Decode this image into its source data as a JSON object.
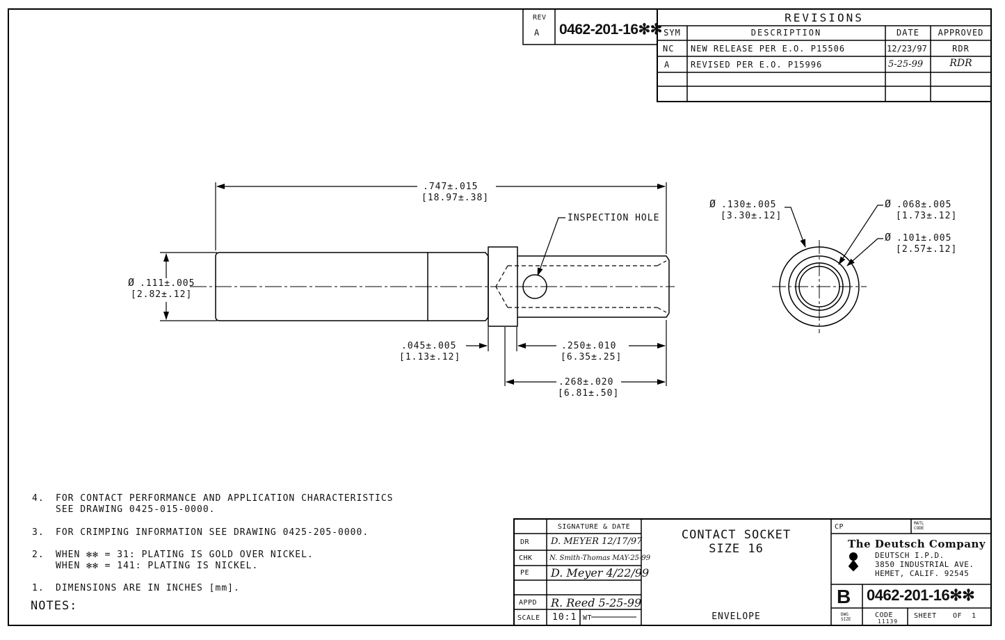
{
  "rev_block": {
    "rev_label": "REV",
    "rev_value": "A",
    "drawing_number": "0462-201-16✻✻"
  },
  "revisions": {
    "title": "REVISIONS",
    "headers": [
      "SYM",
      "DESCRIPTION",
      "DATE",
      "APPROVED"
    ],
    "rows": [
      {
        "sym": "NC",
        "description": "NEW RELEASE PER E.O. P15506",
        "date": "12/23/97",
        "approved": "RDR"
      },
      {
        "sym": "A",
        "description": "REVISED PER E.O. P15996",
        "date": "5-25-99",
        "approved": "RDR"
      }
    ]
  },
  "dimensions": {
    "overall_length": {
      "in": ".747±.015",
      "mm": "[18.97±.38]"
    },
    "diameter_body": {
      "prefix": "Ø",
      "in": ".111±.005",
      "mm": "[2.82±.12]"
    },
    "inspection_hole": "INSPECTION HOLE",
    "collar_width": {
      "in": ".045±.005",
      "mm": "[1.13±.12]"
    },
    "bore_depth": {
      "in": ".250±.010",
      "mm": "[6.35±.25]"
    },
    "socket_length": {
      "in": ".268±.020",
      "mm": "[6.81±.50]"
    },
    "od_collar": {
      "prefix": "Ø",
      "in": ".130±.005",
      "mm": "[3.30±.12]"
    },
    "id_bore": {
      "prefix": "Ø",
      "in": ".068±.005",
      "mm": "[1.73±.12]"
    },
    "od_body": {
      "prefix": "Ø",
      "in": ".101±.005",
      "mm": "[2.57±.12]"
    }
  },
  "notes": {
    "title": "NOTES:",
    "items": [
      {
        "num": "4.",
        "line1": "FOR CONTACT PERFORMANCE AND APPLICATION CHARACTERISTICS",
        "line2": "SEE DRAWING 0425-015-0000."
      },
      {
        "num": "3.",
        "line1": "FOR CRIMPING INFORMATION SEE DRAWING 0425-205-0000.",
        "line2": ""
      },
      {
        "num": "2.",
        "line1": "WHEN ✻✻ = 31:  PLATING IS GOLD OVER NICKEL.",
        "line2": "WHEN ✻✻ = 141:  PLATING IS NICKEL."
      },
      {
        "num": "1.",
        "line1": "DIMENSIONS ARE IN INCHES [mm].",
        "line2": ""
      }
    ]
  },
  "title_block": {
    "signature_header": "SIGNATURE & DATE",
    "rows": [
      {
        "label": "DR",
        "value": "D. MEYER  12/17/97"
      },
      {
        "label": "CHK",
        "value": "N. Smith-Thomas  MAY-25-99"
      },
      {
        "label": "PE",
        "value": "D. Meyer  4/22/99"
      },
      {
        "label": "",
        "value": ""
      },
      {
        "label": "APPD",
        "value": "R. Reed 5-25-99"
      }
    ],
    "scale_label": "SCALE",
    "scale_value": "10:1",
    "wt_label": "WT",
    "title_line1": "CONTACT SOCKET",
    "title_line2": "SIZE 16",
    "envelope": "ENVELOPE",
    "cp_label": "CP",
    "matl_label": "MATL CODE",
    "company_name": "The Deutsch Company",
    "company_division": "DEUTSCH I.P.D.",
    "company_address1": "3850 INDUSTRIAL AVE.",
    "company_address2": "HEMET, CALIF. 92545",
    "dwg_size": "B",
    "dwg_size_label": "DWG SIZE",
    "drawing_number": "0462-201-16✻✻",
    "code_label": "CODE",
    "code_value": "11139",
    "sheet_label": "SHEET",
    "sheet_of": "OF",
    "sheet_total": "1"
  }
}
